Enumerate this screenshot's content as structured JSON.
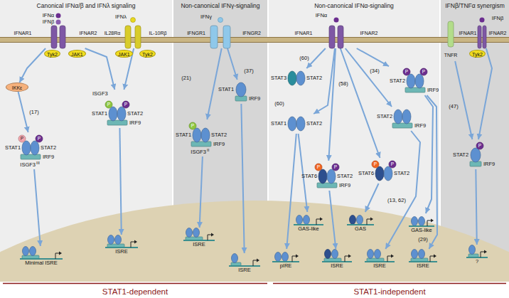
{
  "diagram": {
    "nodes": [
      {
        "text": [
          "Canonical IFNα/β and IFNλ signaling"
        ]
      },
      {
        "text": [
          "Non-canonical IFNγ-signaling"
        ]
      },
      {
        "text": [
          "Non-canonical IFNα-signaling"
        ]
      },
      {
        "text": [
          "IFNβ/TNFα synergism"
        ]
      },
      {
        "text": [
          "IFNAR1",
          "IFNAR2"
        ],
        "in": 0
      },
      {
        "text": [
          "Tyk2"
        ],
        "in": 0
      },
      {
        "text": [
          "JAK1"
        ],
        "in": 0
      },
      {
        "text": [
          "IL28Rα",
          "IL-10Rβ"
        ],
        "in": 0
      },
      {
        "text": [
          "JAK1"
        ],
        "in": 0
      },
      {
        "text": [
          "Tyk2"
        ],
        "in": 0
      },
      {
        "text": [
          "IKKε"
        ],
        "in": 0
      },
      {
        "text": [
          "P",
          "P",
          "STAT1",
          "STAT2",
          "IRF9",
          "ISGF3",
          "III"
        ],
        "in": 0
      },
      {
        "text": [
          "ISGF3",
          "P",
          "P",
          "STAT1",
          "STAT2",
          "IRF9"
        ],
        "in": 0
      },
      {
        "text": [
          "Minimal ISRE"
        ],
        "in": 0
      },
      {
        "text": [
          "ISRE"
        ],
        "in": 0
      },
      {
        "text": [
          "IFNGR1",
          "IFNGR2"
        ],
        "in": 1
      },
      {
        "text": [
          "P",
          "STAT1",
          "STAT2",
          "IRF9",
          "ISGF3",
          "II"
        ],
        "in": 1
      },
      {
        "text": [
          "STAT1",
          "IRF9"
        ],
        "in": 1
      },
      {
        "text": [
          "ISRE"
        ],
        "in": 1
      },
      {
        "text": [
          "ISRE"
        ],
        "in": 1
      },
      {
        "text": [
          "IFNAR1",
          "IFNAR2"
        ],
        "in": 2
      },
      {
        "text": [
          "STAT1",
          "STAT2"
        ],
        "in": 2
      },
      {
        "text": [
          "STAT3",
          "STAT2"
        ],
        "in": 2
      },
      {
        "text": [
          "P",
          "P",
          "STAT6",
          "STAT2",
          "IRF9"
        ],
        "in": 2
      },
      {
        "text": [
          "P",
          "P",
          "STAT6",
          "STAT2"
        ],
        "in": 2
      },
      {
        "text": [
          "STAT2",
          "IRF9"
        ],
        "in": 2
      },
      {
        "text": [
          "P",
          "P",
          "STAT2",
          "IRF9"
        ],
        "in": 2
      },
      {
        "text": [
          "GAS-like"
        ],
        "in": 2
      },
      {
        "text": [
          "pIRE"
        ],
        "in": 2
      },
      {
        "text": [
          "ISRE"
        ],
        "in": 2
      },
      {
        "text": [
          "GAS"
        ],
        "in": 2
      },
      {
        "text": [
          "ISRE"
        ],
        "in": 2
      },
      {
        "text": [
          "GAS-like"
        ],
        "in": 2
      },
      {
        "text": [
          "ISRE"
        ],
        "in": 2
      },
      {
        "text": [
          "TNFR"
        ],
        "in": 3
      },
      {
        "text": [
          "IFNAR1",
          "IFNAR2"
        ],
        "in": 3
      },
      {
        "text": [
          "Tyk2"
        ],
        "in": 3
      },
      {
        "text": [
          "P",
          "STAT2",
          "IRF9"
        ],
        "in": 3
      },
      {
        "text": [
          "?"
        ],
        "in": 3
      }
    ],
    "edges": [
      {
        "from": 4,
        "to": 10,
        "arrow": "to"
      },
      {
        "from": 10,
        "to": 11,
        "arrow": "to"
      },
      {
        "from": 4,
        "to": 12,
        "arrow": "to"
      },
      {
        "from": 7,
        "to": 12,
        "arrow": "to"
      },
      {
        "from": 11,
        "to": 13,
        "arrow": "to"
      },
      {
        "from": 12,
        "to": 14,
        "arrow": "to"
      },
      {
        "from": 15,
        "to": 16,
        "arrow": "to"
      },
      {
        "from": 15,
        "to": 17,
        "arrow": "to"
      },
      {
        "from": 16,
        "to": 18,
        "arrow": "to"
      },
      {
        "from": 17,
        "to": 19,
        "arrow": "to"
      },
      {
        "from": 20,
        "to": 21,
        "arrow": "to"
      },
      {
        "from": 20,
        "to": 22,
        "arrow": "to"
      },
      {
        "from": 20,
        "to": 23,
        "arrow": "to"
      },
      {
        "from": 20,
        "to": 24,
        "arrow": "to"
      },
      {
        "from": 20,
        "to": 25,
        "arrow": "to"
      },
      {
        "from": 20,
        "to": 26,
        "arrow": "to"
      },
      {
        "from": 21,
        "to": 27,
        "arrow": "to"
      },
      {
        "from": 21,
        "to": 28,
        "arrow": "to"
      },
      {
        "from": 23,
        "to": 29,
        "arrow": "to"
      },
      {
        "from": 24,
        "to": 30,
        "arrow": "to"
      },
      {
        "from": 25,
        "to": 31,
        "arrow": "to"
      },
      {
        "from": 26,
        "to": 32,
        "arrow": "to"
      },
      {
        "from": 26,
        "to": 33,
        "arrow": "to"
      },
      {
        "from": 34,
        "to": 37,
        "arrow": "to"
      },
      {
        "from": 35,
        "to": 37,
        "arrow": "to"
      },
      {
        "from": 37,
        "to": 38,
        "arrow": "to"
      }
    ],
    "labels": [
      "IFNα",
      "IFNβ",
      "IFNλ",
      "(17)",
      "IFNγ",
      "(21)",
      "(37)",
      "IFNα",
      "(60)",
      "(58)",
      "(60)",
      "(34)",
      "(13, 62)",
      "(29)",
      "IFNβ",
      "(47)",
      "STAT1-dependent",
      "STAT1-independent"
    ]
  }
}
